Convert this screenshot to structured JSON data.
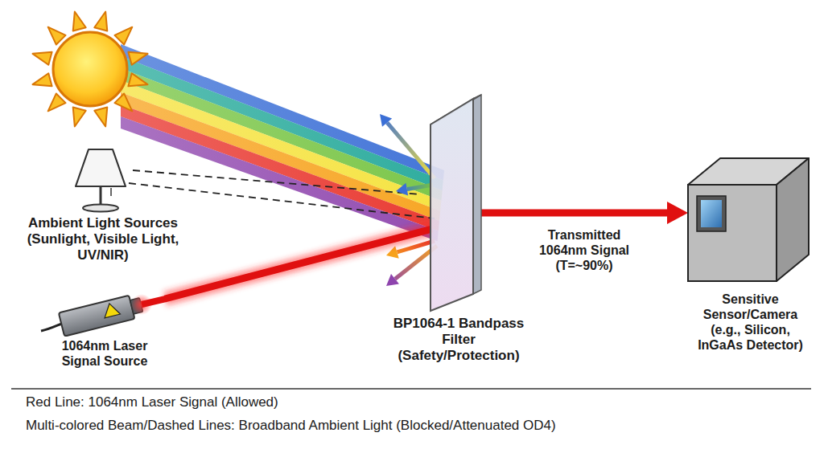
{
  "diagram": {
    "nodes": [
      {
        "text": [
          "1064nm Laser Signal Source"
        ]
      },
      {
        "text": [
          "BP1064-1 Bandpass Filter (Safety/Protection)"
        ]
      },
      {
        "text": [
          "Sensitive Sensor/Camera (e.g., Silicon, InGaAs Detector)"
        ]
      }
    ],
    "edges": [
      {
        "from": 0,
        "to": 1,
        "arrow": "none"
      },
      {
        "from": 1,
        "to": 2,
        "arrow": "to",
        "label": "Transmitted 1064nm Signal (T=~90%)"
      }
    ],
    "labels": [
      "Ambient Light Sources (Sunlight, Visible Light, UV/NIR)",
      "Red Line: 1064nm Laser Signal (Allowed)",
      "Multi-colored Beam/Dashed Lines: Broadband Ambient Light (Blocked/Attenuated OD4)"
    ]
  }
}
